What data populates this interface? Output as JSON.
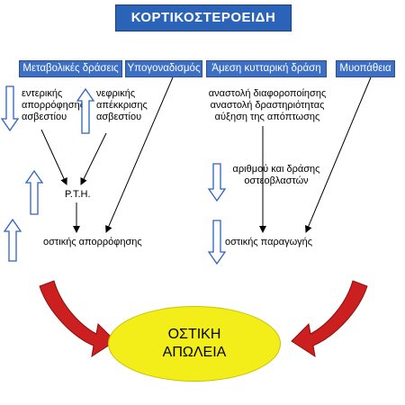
{
  "title": "ΚΟΡΤΙΚΟΣΤΕΡΟΕΙΔΗ",
  "headers": [
    "Μεταβολικές δράσεις",
    "Υπογοναδισμός",
    "Άμεση κυτταρική δράση",
    "Μυοπάθεια"
  ],
  "left": {
    "absorption": [
      "εντερικής",
      "απορρόφησης",
      "ασβεστίου"
    ],
    "excretion": [
      "νεφρικής",
      "απέκκρισης",
      "ασβεστίου"
    ],
    "pth": "P.T.H.",
    "resorption": "οστικής απορρόφησης"
  },
  "right": {
    "effects": [
      "αναστολή διαφοροποίησης",
      "αναστολή δραστηριότητας",
      "αύξηση της απόπτωσης"
    ],
    "osteoblasts": [
      "αριθμού και δράσης",
      "οστεοβλαστών"
    ],
    "formation": "οστικής παραγωγής"
  },
  "result": [
    "ΟΣΤΙΚΗ",
    "ΑΠΩΛΕΙΑ"
  ],
  "colors": {
    "header": "#3d6fc4",
    "arrow_outline": "#2e62c2",
    "curved_arrow": "#cc1f1f",
    "result_fill": "#f3ee1a"
  }
}
